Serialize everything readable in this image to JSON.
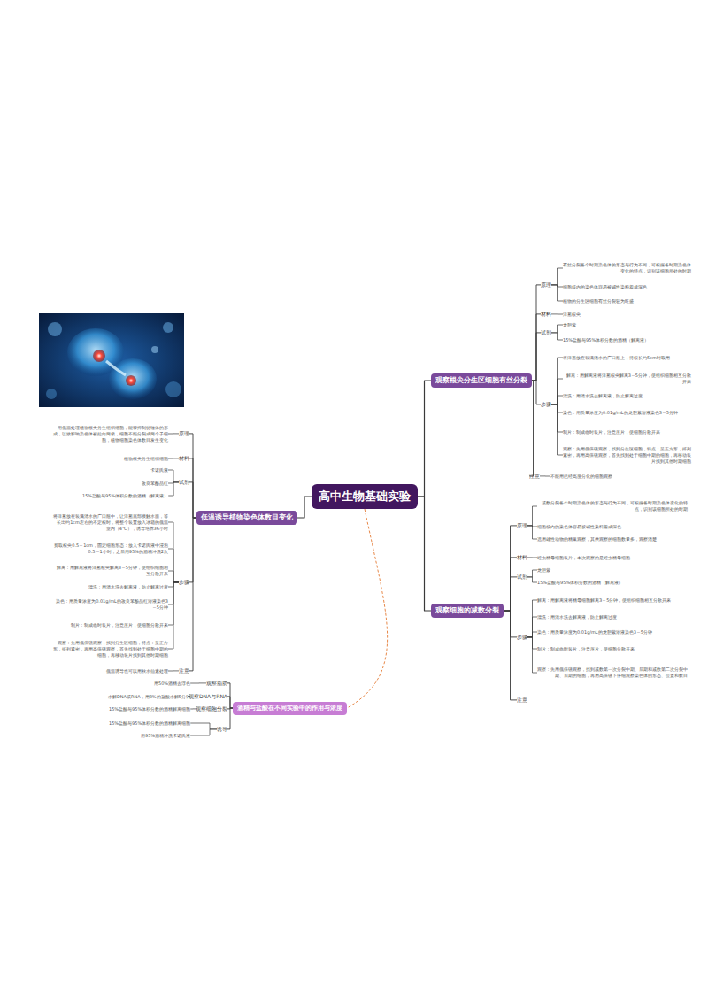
{
  "diagram": {
    "nodes": [
      {
        "text": [
          "高中生物基础实验"
        ]
      },
      {
        "text": [
          "观察根尖分生区细胞有丝分裂"
        ]
      },
      {
        "text": [
          "原理"
        ]
      },
      {
        "text": [
          "有丝分裂各个时期染色体的形态与行为不同，可根据各时期染色体变化的特点，识别该细胞所处的时期"
        ]
      },
      {
        "text": [
          "细胞核内的染色体容易被碱性染料着成深色"
        ]
      },
      {
        "text": [
          "植物的分生区细胞有丝分裂较为旺盛"
        ]
      },
      {
        "text": [
          "材料"
        ]
      },
      {
        "text": [
          "洋葱根尖"
        ]
      },
      {
        "text": [
          "试剂"
        ]
      },
      {
        "text": [
          "龙胆紫"
        ]
      },
      {
        "text": [
          "15%盐酸与95%体积分数的酒精（解离液）"
        ]
      },
      {
        "text": [
          "步骤"
        ]
      },
      {
        "text": [
          "将洋葱放在装满清水的广口瓶上，待根长约5cm时取用"
        ]
      },
      {
        "text": [
          "解离：用解离液将洋葱根尖解离3～5分钟，使组织细胞相互分散开来"
        ]
      },
      {
        "text": [
          "漂洗：用清水洗去解离液，防止解离过度"
        ]
      },
      {
        "text": [
          "染色：用质量浓度为0.01g/mL的龙胆紫溶液染色3～5分钟"
        ]
      },
      {
        "text": [
          "制片：制成临时装片，注意压片，使细胞分散开来"
        ]
      },
      {
        "text": [
          "观察：先用低倍镜观察，找到分生区细胞，特点：呈正方形，排列紧密，再用高倍镜观察，首先找到处于细胞中期的细胞，再移动装片找到其他时期细胞"
        ]
      },
      {
        "text": [
          "注意"
        ]
      },
      {
        "text": [
          "不能用已经高度分化的细胞观察"
        ]
      },
      {
        "text": [
          "观察细胞的减数分裂"
        ]
      },
      {
        "text": [
          "原理"
        ]
      },
      {
        "text": [
          "减数分裂各个时期染色体的形态与行为不同，可根据各时期染色体变化的特点，识别该细胞所处的时期"
        ]
      },
      {
        "text": [
          "细胞核内的染色体容易被碱性染料着成深色"
        ]
      },
      {
        "text": [
          "选用雄性动物的精巢观察，其供观察的细胞数量多，观察清楚"
        ]
      },
      {
        "text": [
          "材料"
        ]
      },
      {
        "text": [
          "蝗虫精母细胞装片，本次观察的是蝗虫精母细胞"
        ]
      },
      {
        "text": [
          "试剂"
        ]
      },
      {
        "text": [
          "龙胆紫"
        ]
      },
      {
        "text": [
          "15%盐酸与95%体积分数的酒精（解离液）"
        ]
      },
      {
        "text": [
          "步骤"
        ]
      },
      {
        "text": [
          "解离：用解离液将精母细胞解离3～5分钟，使组织细胞相互分散开来"
        ]
      },
      {
        "text": [
          "漂洗：用清水洗去解离液，防止解离过度"
        ]
      },
      {
        "text": [
          "染色：用质量浓度为0.01g/mL的龙胆紫溶液染色3～5分钟"
        ]
      },
      {
        "text": [
          "制片：制成临时装片，注意压片，使细胞分散开来"
        ]
      },
      {
        "text": [
          "观察：先用低倍镜观察，找到减数第一次分裂中期、后期和减数第二次分裂中期、后期的细胞，再用高倍镜下仔细观察染色体的形态、位置和数目"
        ]
      },
      {
        "text": [
          "注意"
        ]
      },
      {
        "text": [
          "低温诱导植物染色体数目变化"
        ]
      },
      {
        "text": [
          "原理"
        ]
      },
      {
        "text": [
          "用低温处理植物根尖分生组织细胞，能够抑制纺锤体的形成，以致影响染色体被拉向两极，细胞不能分裂成两个子细胞，植物细胞染色体数目发生变化"
        ]
      },
      {
        "text": [
          "材料"
        ]
      },
      {
        "text": [
          "植物根尖分生组织细胞"
        ]
      },
      {
        "text": [
          "试剂"
        ]
      },
      {
        "text": [
          "卡诺氏液"
        ]
      },
      {
        "text": [
          "改良苯酚品红"
        ]
      },
      {
        "text": [
          "15%盐酸与95%体积分数的酒精（解离液）"
        ]
      },
      {
        "text": [
          "步骤"
        ]
      },
      {
        "text": [
          "将洋葱放在装满清水的广口瓶中，让洋葱底部接触水面，等长出约1cm左右的不定根时，将整个装置放入冰箱的低温室内（4℃），诱导培养36小时"
        ]
      },
      {
        "text": [
          "剪取根尖0.5～1cm，固定细胞形态：放入卡诺氏液中浸泡0.5～1小时，之后用95%的酒精冲洗2次"
        ]
      },
      {
        "text": [
          "解离：用解离液将洋葱根尖解离3～5分钟，使组织细胞相互分散开来"
        ]
      },
      {
        "text": [
          "漂洗：用清水洗去解离液，防止解离过度"
        ]
      },
      {
        "text": [
          "染色：用质量浓度为0.01g/mL的改良苯酚品红溶液染色3～5分钟"
        ]
      },
      {
        "text": [
          "制片：制成临时装片，注意压片，使细胞分散开来"
        ]
      },
      {
        "text": [
          "观察：先用低倍镜观察，找到分生区细胞，特点：呈正方形，排列紧密，再用高倍镜观察，首先找到处于细胞中期的细胞，再移动装片找到其他时期细胞"
        ]
      },
      {
        "text": [
          "注意"
        ]
      },
      {
        "text": [
          "低温诱导也可以用秋水仙素处理"
        ]
      },
      {
        "text": [
          "酒精与盐酸在不同实验中的作用与浓度"
        ]
      },
      {
        "text": [
          "观察脂肪"
        ]
      },
      {
        "text": [
          "用50%酒精去浮色"
        ]
      },
      {
        "text": [
          "观察DNA与RNA"
        ]
      },
      {
        "text": [
          "水解DNA或RNA，用8%的盐酸水解5分钟"
        ]
      },
      {
        "text": [
          "观察细胞分裂"
        ]
      },
      {
        "text": [
          "15%盐酸与95%体积分数的酒精解离细胞"
        ]
      },
      {
        "text": [
          "诱导"
        ]
      },
      {
        "text": [
          "15%盐酸与95%体积分数的酒精解离细胞"
        ]
      },
      {
        "text": [
          "用95%酒精冲洗卡诺氏液"
        ]
      }
    ],
    "edges": [
      {
        "from": 0,
        "to": 1,
        "arrow": "none"
      },
      {
        "from": 1,
        "to": 2,
        "arrow": "none"
      },
      {
        "from": 2,
        "to": 3,
        "arrow": "none"
      },
      {
        "from": 2,
        "to": 4,
        "arrow": "none"
      },
      {
        "from": 2,
        "to": 5,
        "arrow": "none"
      },
      {
        "from": 1,
        "to": 6,
        "arrow": "none"
      },
      {
        "from": 6,
        "to": 7,
        "arrow": "none"
      },
      {
        "from": 1,
        "to": 8,
        "arrow": "none"
      },
      {
        "from": 8,
        "to": 9,
        "arrow": "none"
      },
      {
        "from": 8,
        "to": 10,
        "arrow": "none"
      },
      {
        "from": 1,
        "to": 11,
        "arrow": "none"
      },
      {
        "from": 11,
        "to": 12,
        "arrow": "none"
      },
      {
        "from": 11,
        "to": 13,
        "arrow": "none"
      },
      {
        "from": 11,
        "to": 14,
        "arrow": "none"
      },
      {
        "from": 11,
        "to": 15,
        "arrow": "none"
      },
      {
        "from": 11,
        "to": 16,
        "arrow": "none"
      },
      {
        "from": 11,
        "to": 17,
        "arrow": "none"
      },
      {
        "from": 1,
        "to": 18,
        "arrow": "none"
      },
      {
        "from": 18,
        "to": 19,
        "arrow": "none"
      },
      {
        "from": 0,
        "to": 20,
        "arrow": "none"
      },
      {
        "from": 20,
        "to": 21,
        "arrow": "none"
      },
      {
        "from": 21,
        "to": 22,
        "arrow": "none"
      },
      {
        "from": 21,
        "to": 23,
        "arrow": "none"
      },
      {
        "from": 21,
        "to": 24,
        "arrow": "none"
      },
      {
        "from": 20,
        "to": 25,
        "arrow": "none"
      },
      {
        "from": 25,
        "to": 26,
        "arrow": "none"
      },
      {
        "from": 20,
        "to": 27,
        "arrow": "none"
      },
      {
        "from": 27,
        "to": 28,
        "arrow": "none"
      },
      {
        "from": 27,
        "to": 29,
        "arrow": "none"
      },
      {
        "from": 20,
        "to": 30,
        "arrow": "none"
      },
      {
        "from": 30,
        "to": 31,
        "arrow": "none"
      },
      {
        "from": 30,
        "to": 32,
        "arrow": "none"
      },
      {
        "from": 30,
        "to": 33,
        "arrow": "none"
      },
      {
        "from": 30,
        "to": 34,
        "arrow": "none"
      },
      {
        "from": 30,
        "to": 35,
        "arrow": "none"
      },
      {
        "from": 20,
        "to": 36,
        "arrow": "none"
      },
      {
        "from": 0,
        "to": 37,
        "arrow": "none"
      },
      {
        "from": 37,
        "to": 38,
        "arrow": "none"
      },
      {
        "from": 38,
        "to": 39,
        "arrow": "none"
      },
      {
        "from": 37,
        "to": 40,
        "arrow": "none"
      },
      {
        "from": 40,
        "to": 41,
        "arrow": "none"
      },
      {
        "from": 37,
        "to": 42,
        "arrow": "none"
      },
      {
        "from": 42,
        "to": 43,
        "arrow": "none"
      },
      {
        "from": 42,
        "to": 44,
        "arrow": "none"
      },
      {
        "from": 42,
        "to": 45,
        "arrow": "none"
      },
      {
        "from": 37,
        "to": 46,
        "arrow": "none"
      },
      {
        "from": 46,
        "to": 47,
        "arrow": "none"
      },
      {
        "from": 46,
        "to": 48,
        "arrow": "none"
      },
      {
        "from": 46,
        "to": 49,
        "arrow": "none"
      },
      {
        "from": 46,
        "to": 50,
        "arrow": "none"
      },
      {
        "from": 46,
        "to": 51,
        "arrow": "none"
      },
      {
        "from": 46,
        "to": 52,
        "arrow": "none"
      },
      {
        "from": 46,
        "to": 53,
        "arrow": "none"
      },
      {
        "from": 37,
        "to": 54,
        "arrow": "none"
      },
      {
        "from": 54,
        "to": 55,
        "arrow": "none"
      },
      {
        "from": 0,
        "to": 56,
        "arrow": "none"
      },
      {
        "from": 56,
        "to": 57,
        "arrow": "none"
      },
      {
        "from": 57,
        "to": 58,
        "arrow": "none"
      },
      {
        "from": 56,
        "to": 59,
        "arrow": "none"
      },
      {
        "from": 59,
        "to": 60,
        "arrow": "none"
      },
      {
        "from": 56,
        "to": 61,
        "arrow": "none"
      },
      {
        "from": 61,
        "to": 62,
        "arrow": "none"
      },
      {
        "from": 56,
        "to": 63,
        "arrow": "none"
      },
      {
        "from": 63,
        "to": 64,
        "arrow": "none"
      },
      {
        "from": 63,
        "to": 65,
        "arrow": "none"
      }
    ]
  }
}
